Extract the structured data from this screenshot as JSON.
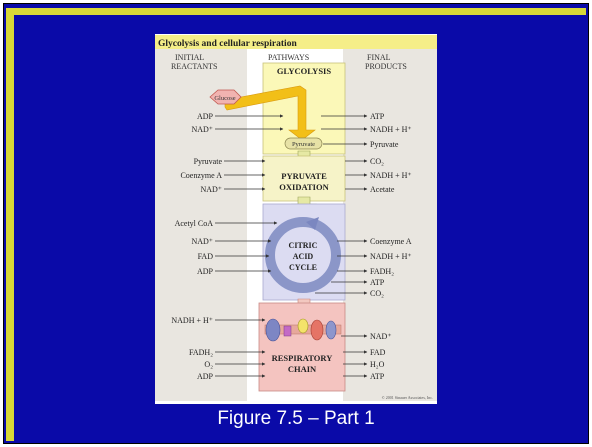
{
  "figure": {
    "title": "Glycolysis and cellular respiration",
    "columns": {
      "initial": [
        "INITIAL",
        "REACTANTS"
      ],
      "pathways": "PATHWAYS",
      "final": [
        "FINAL",
        "PRODUCTS"
      ]
    },
    "stages": {
      "glycolysis": {
        "label": "GLYCOLYSIS",
        "input_label": "Glucose",
        "output_label": "Pyruvate",
        "inputs": [
          "ADP",
          "NAD⁺"
        ],
        "outputs": [
          "ATP",
          "NADH + H⁺",
          "Pyruvate"
        ]
      },
      "pyruvate_oxidation": {
        "label": [
          "PYRUVATE",
          "OXIDATION"
        ],
        "inputs": [
          "Pyruvate",
          "Coenzyme A",
          "NAD⁺"
        ],
        "outputs": [
          "CO₂",
          "NADH + H⁺",
          "Acetate"
        ]
      },
      "citric_acid_cycle": {
        "label": [
          "CITRIC",
          "ACID",
          "CYCLE"
        ],
        "inputs": [
          "Acetyl CoA",
          "NAD⁺",
          "FAD",
          "ADP"
        ],
        "outputs": [
          "Coenzyme A",
          "NADH + H⁺",
          "FADH₂",
          "ATP",
          "CO₂"
        ]
      },
      "respiratory_chain": {
        "label": [
          "RESPIRATORY",
          "CHAIN"
        ],
        "inputs": [
          "NADH + H⁺",
          "FADH₂",
          "O₂",
          "ADP"
        ],
        "outputs": [
          "NAD⁺",
          "FAD",
          "H₂O",
          "ATP"
        ]
      }
    },
    "copyright": "© 2001 Sinauer Associates, Inc."
  },
  "caption": "Figure 7.5 – Part 1",
  "colors": {
    "background": "#0a0aa8",
    "accent_bar": "#d8d838",
    "glycolysis_box": "#fbf8b8",
    "oxidation_box": "#f6f3c8",
    "cycle_box": "#dcdcf2",
    "chain_box": "#f4c4c0",
    "title_band": "#f5ee88"
  }
}
